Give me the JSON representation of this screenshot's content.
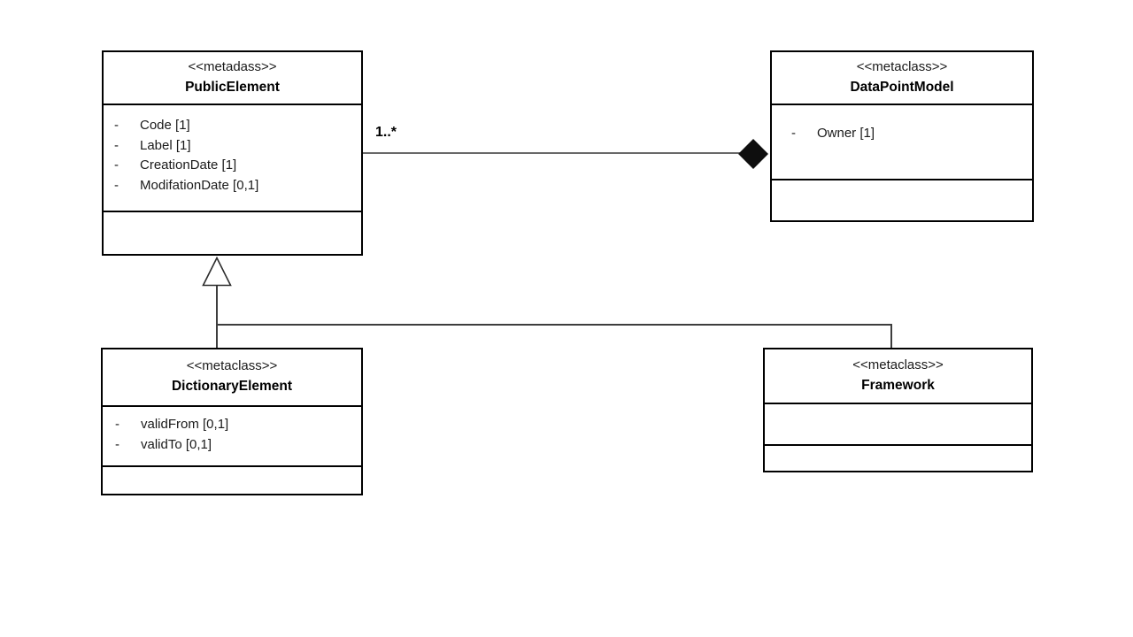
{
  "diagram": {
    "kind": "uml-class-diagram",
    "classes": [
      {
        "stereotype": "<<metadass>>",
        "name": "PublicElement",
        "attributes": [
          {
            "visibility": "-",
            "text": "Code [1]"
          },
          {
            "visibility": "-",
            "text": "Label [1]"
          },
          {
            "visibility": "-",
            "text": "CreationDate [1]"
          },
          {
            "visibility": "-",
            "text": "ModifationDate [0,1]"
          }
        ]
      },
      {
        "stereotype": "<<metaclass>>",
        "name": "DataPointModel",
        "attributes": [
          {
            "visibility": "-",
            "text": "Owner [1]"
          }
        ]
      },
      {
        "stereotype": "<<metaclass>>",
        "name": "DictionaryElement",
        "attributes": [
          {
            "visibility": "-",
            "text": "validFrom [0,1]"
          },
          {
            "visibility": "-",
            "text": "validTo [0,1]"
          }
        ]
      },
      {
        "stereotype": "<<metaclass>>",
        "name": "Framework",
        "attributes": []
      }
    ],
    "relations": {
      "composition": {
        "type": "composition",
        "from": "PublicElement",
        "to": "DataPointModel",
        "multiplicity": "1..*"
      },
      "generalization": {
        "type": "generalization",
        "parent": "PublicElement",
        "children": [
          "DictionaryElement",
          "Framework"
        ]
      }
    },
    "colors": {
      "background": "#ffffff",
      "box_border": "#000000",
      "association_line": "#696969",
      "generalization_line": "#3d3d3d",
      "diamond_fill": "#0e0e0e",
      "text": "#1a1a1a"
    }
  }
}
